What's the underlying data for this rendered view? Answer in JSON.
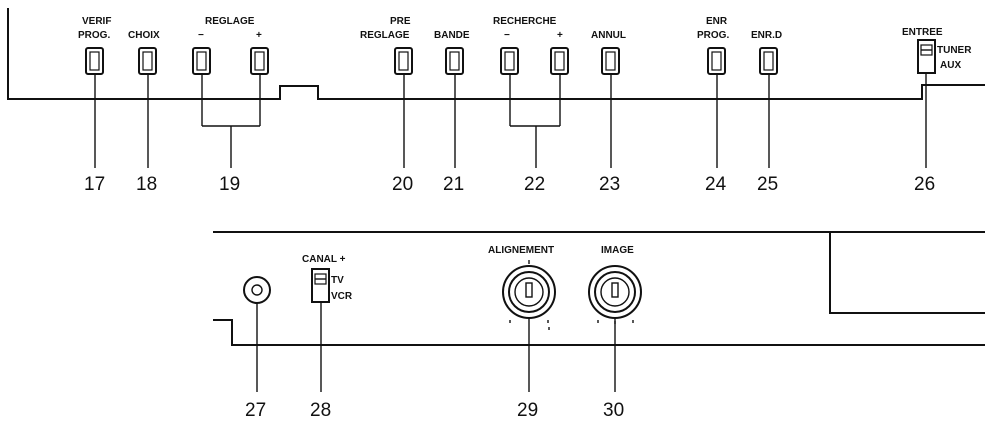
{
  "top_panel": {
    "labels": {
      "verif_prog_1": "VERIF",
      "verif_prog_2": "PROG.",
      "choix": "CHOIX",
      "reglage": "REGLAGE",
      "reglage_minus": "−",
      "reglage_plus": "+",
      "pre_reglage_1": "PRE",
      "pre_reglage_2": "REGLAGE",
      "bande": "BANDE",
      "recherche": "RECHERCHE",
      "recherche_minus": "−",
      "recherche_plus": "+",
      "annul": "ANNUL",
      "enr_prog_1": "ENR",
      "enr_prog_2": "PROG.",
      "enr_d": "ENR.D",
      "entree": "ENTREE",
      "tuner": "TUNER",
      "aux": "AUX"
    },
    "callouts": [
      "17",
      "18",
      "19",
      "20",
      "21",
      "22",
      "23",
      "24",
      "25",
      "26"
    ]
  },
  "bottom_panel": {
    "labels": {
      "canal_plus": "CANAL +",
      "tv": "TV",
      "vcr": "VCR",
      "alignement": "ALIGNEMENT",
      "image": "IMAGE"
    },
    "callouts": [
      "27",
      "28",
      "29",
      "30"
    ]
  }
}
